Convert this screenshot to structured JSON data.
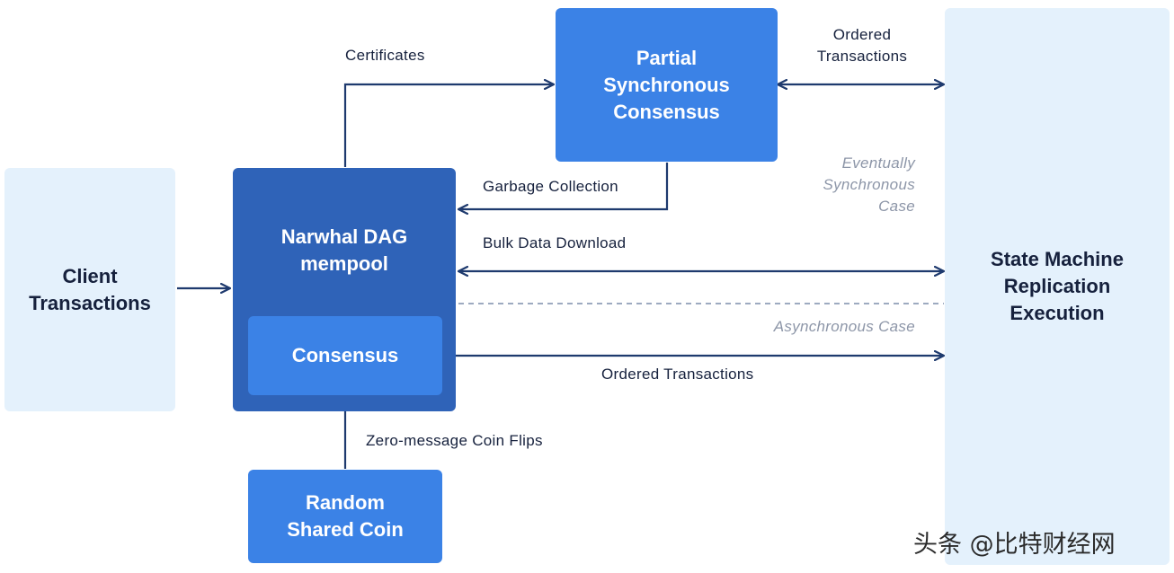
{
  "boxes": {
    "client": "Client\nTransactions",
    "narwhal": "Narwhal DAG\nmempool",
    "consensus": "Consensus",
    "partial": "Partial\nSynchronous\nConsensus",
    "state_machine": "State Machine\nReplication\nExecution",
    "random_coin": "Random\nShared Coin"
  },
  "edges": {
    "certificates": "Certificates",
    "ordered_transactions_top": "Ordered\nTransactions",
    "garbage_collection": "Garbage Collection",
    "bulk_data_download": "Bulk Data Download",
    "ordered_transactions_bottom": "Ordered Transactions",
    "coin_flips": "Zero-message Coin Flips"
  },
  "cases": {
    "eventually_synchronous": "Eventually\nSynchronous\nCase",
    "asynchronous": "Asynchronous Case"
  },
  "watermark": "头条 @比特财经网",
  "colors": {
    "light_box": "#e4f1fc",
    "dark_box": "#2f63b8",
    "mid_box": "#3b82e6",
    "arrow": "#1e3a6e",
    "dashed_line": "#7d8eab",
    "case_text": "#8d96a8"
  }
}
